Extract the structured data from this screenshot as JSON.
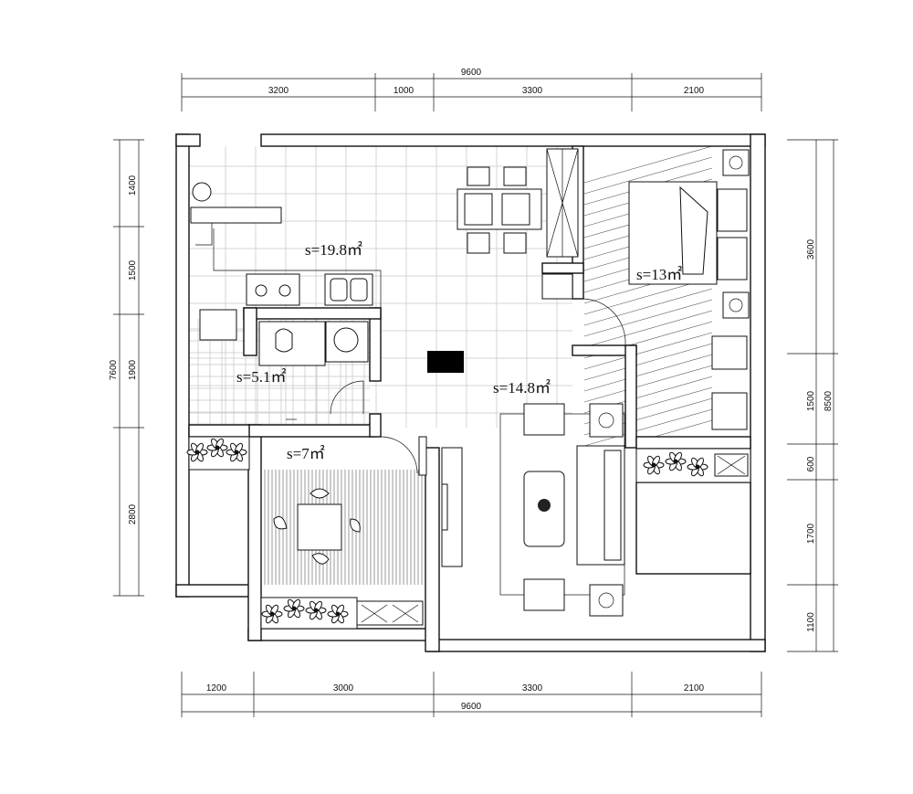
{
  "plan": {
    "dimensions": {
      "top_total": "9600",
      "top_segments": [
        "3200",
        "1000",
        "3300",
        "2100"
      ],
      "bottom_segments": [
        "1200",
        "3000",
        "3300",
        "2100"
      ],
      "bottom_total": "9600",
      "left_segments": [
        "1400",
        "1500",
        "1900",
        "2800"
      ],
      "left_total": "7600",
      "right_segments": [
        "3600",
        "1500",
        "600",
        "1700",
        "1100"
      ],
      "right_total": "8500"
    },
    "rooms": {
      "kitchen_dining": "s=19.8㎡",
      "bathroom": "s=5.1㎡",
      "bedroom": "s=13㎡",
      "living_room": "s=14.8㎡",
      "study": "s=7㎡"
    }
  }
}
